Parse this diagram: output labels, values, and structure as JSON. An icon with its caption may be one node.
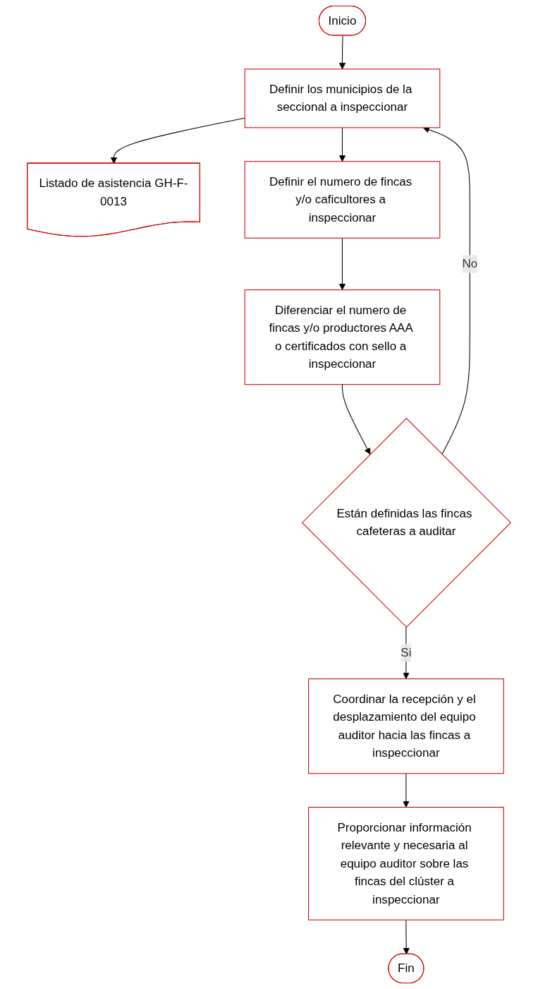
{
  "diagram": {
    "nodes": [
      {
        "text": [
          "Inicio"
        ]
      },
      {
        "text": [
          "Definir los municipios de la seccional a inspeccionar"
        ]
      },
      {
        "text": [
          "Listado de asistencia GH-F-0013"
        ]
      },
      {
        "text": [
          "Definir el numero de fincas y/o caficultores a inspeccionar"
        ]
      },
      {
        "text": [
          "Diferenciar el numero de fincas y/o productores AAA o certificados con sello a inspeccionar"
        ]
      },
      {
        "text": [
          "Están definidas las fincas cafeteras a auditar"
        ]
      },
      {
        "text": [
          "Coordinar la recepción y el desplazamiento del equipo auditor hacia las fincas a inspeccionar"
        ]
      },
      {
        "text": [
          "Proporcionar información relevante y necesaria al equipo auditor sobre las fincas del clúster a inspeccionar"
        ]
      },
      {
        "text": [
          "Fin"
        ]
      }
    ],
    "edges": [
      {
        "from": 0,
        "to": 1,
        "arrow": "to"
      },
      {
        "from": 1,
        "to": 2,
        "arrow": "to"
      },
      {
        "from": 1,
        "to": 3,
        "arrow": "to"
      },
      {
        "from": 3,
        "to": 4,
        "arrow": "to"
      },
      {
        "from": 4,
        "to": 5,
        "arrow": "to"
      },
      {
        "from": 5,
        "to": 1,
        "label": "No",
        "arrow": "to"
      },
      {
        "from": 5,
        "to": 6,
        "label": "Si",
        "arrow": "to"
      },
      {
        "from": 6,
        "to": 7,
        "arrow": "to"
      },
      {
        "from": 7,
        "to": 8,
        "arrow": "to"
      }
    ]
  }
}
